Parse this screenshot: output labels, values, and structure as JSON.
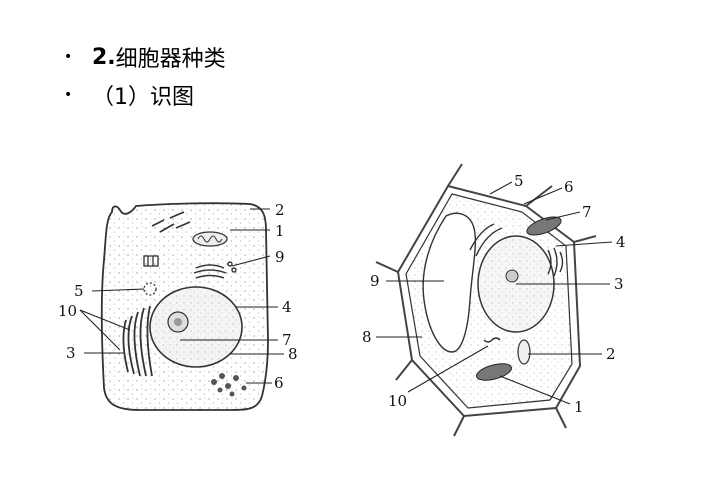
{
  "bullets": [
    {
      "prefix": "2.",
      "text": "细胞器种类"
    },
    {
      "prefix": "",
      "text": "（1）识图"
    }
  ],
  "animal_cell": {
    "labels": [
      "2",
      "1",
      "9",
      "5",
      "10",
      "3",
      "4",
      "7",
      "8",
      "6"
    ]
  },
  "plant_cell": {
    "labels": [
      "5",
      "6",
      "7",
      "4",
      "9",
      "3",
      "8",
      "2",
      "10",
      "1"
    ]
  },
  "colors": {
    "text": "#000000",
    "line": "#333333",
    "background": "#ffffff"
  }
}
